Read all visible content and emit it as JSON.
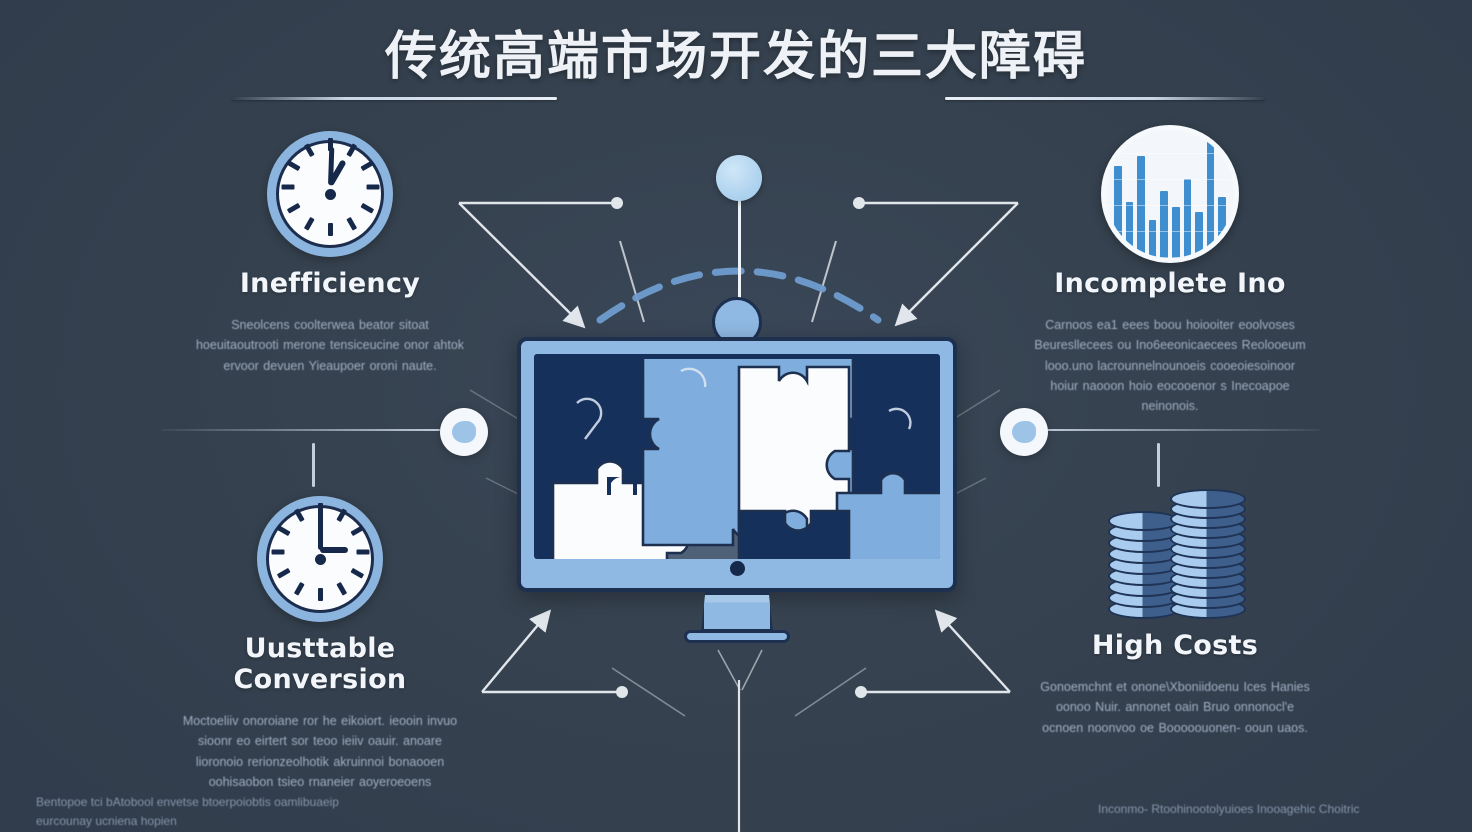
{
  "page": {
    "title": "传统高端市场开发的三大障碍",
    "background_color": "#36424f",
    "accent_color": "#8bb4de",
    "dark_accent_color": "#16305c"
  },
  "quadrants": [
    {
      "id": "inefficiency",
      "position": "top-left",
      "icon": "clock-icon",
      "heading": "Inefficiency",
      "body": "Sneolcens coolterwea beator sitoat hoeuitaoutrooti merone tensiceucine onor ahtok ervoor devuen Yieaupoer oroni naute."
    },
    {
      "id": "incomplete-info",
      "position": "top-right",
      "icon": "bar-chart-icon",
      "heading": "Incomplete Ino",
      "body": "Carnoos ea1 eees boou hoiooiter eoolvoses Beuresllecees ou Ino6eeonicaecees Reolooeum looo.uno lacrounnelnounoeis cooeoiesoinoor hoiur naooon hoio eocooenor s Inecoapoe neinonois."
    },
    {
      "id": "unstable-conversion",
      "position": "bottom-left",
      "icon": "clock-icon",
      "heading": "Uusttable Conversion",
      "body": "Moctoeliiv onoroiane ror he eikoiort. ieooin invuo sioonr eo eirtert sor teoo ieiiv oauir. anoare lioronoio rerionzeolhotik akruinnoi bonaooen oohisaobon tsieo rnaneier aoyeroeoens"
    },
    {
      "id": "high-costs",
      "position": "bottom-right",
      "icon": "coins-icon",
      "heading": "High Costs",
      "body": "Gonoemchnt et onone\\Xboniidoenu Ices Hanies oonoo Nuir. annonet oain  Bruo onnonocl'e ocnoen noonvoo oe Booooouonen- ooun uaos."
    }
  ],
  "footers": [
    {
      "id": "footer-left",
      "text": "Bentopoe tci bAtobool envetse btoerpoiobtis oamlibuaeip eurcounay ucniena hopien"
    },
    {
      "id": "footer-right",
      "text": "Inconmo- Rtoohinootolyuioes Inooagehic Choitric"
    }
  ],
  "center_graphic": {
    "type": "computer-monitor-with-puzzle",
    "label": "monitor-puzzle-illustration",
    "monitor_body_color": "#8fb8e2",
    "screen_color": "#16305c",
    "puzzle_colors": [
      "#16305c",
      "#7fadde",
      "#fbfcfe",
      "#4f6177"
    ]
  },
  "icons": {
    "clock_top": {
      "name": "clock-icon",
      "hour_angle": 2,
      "minute_angle": 30
    },
    "clock_bottom": {
      "name": "clock-icon",
      "hour_angle": 90,
      "minute_angle": 0
    },
    "chart": {
      "name": "bar-chart-icon",
      "bars": [
        72,
        44,
        80,
        30,
        52,
        40,
        62,
        36,
        95,
        48
      ]
    },
    "coins": {
      "name": "coins-icon",
      "stacks": [
        9,
        12
      ]
    },
    "gauge": {
      "name": "gauge-icon"
    },
    "badge_left": {
      "name": "info-badge-icon"
    },
    "badge_right": {
      "name": "info-badge-icon"
    }
  }
}
